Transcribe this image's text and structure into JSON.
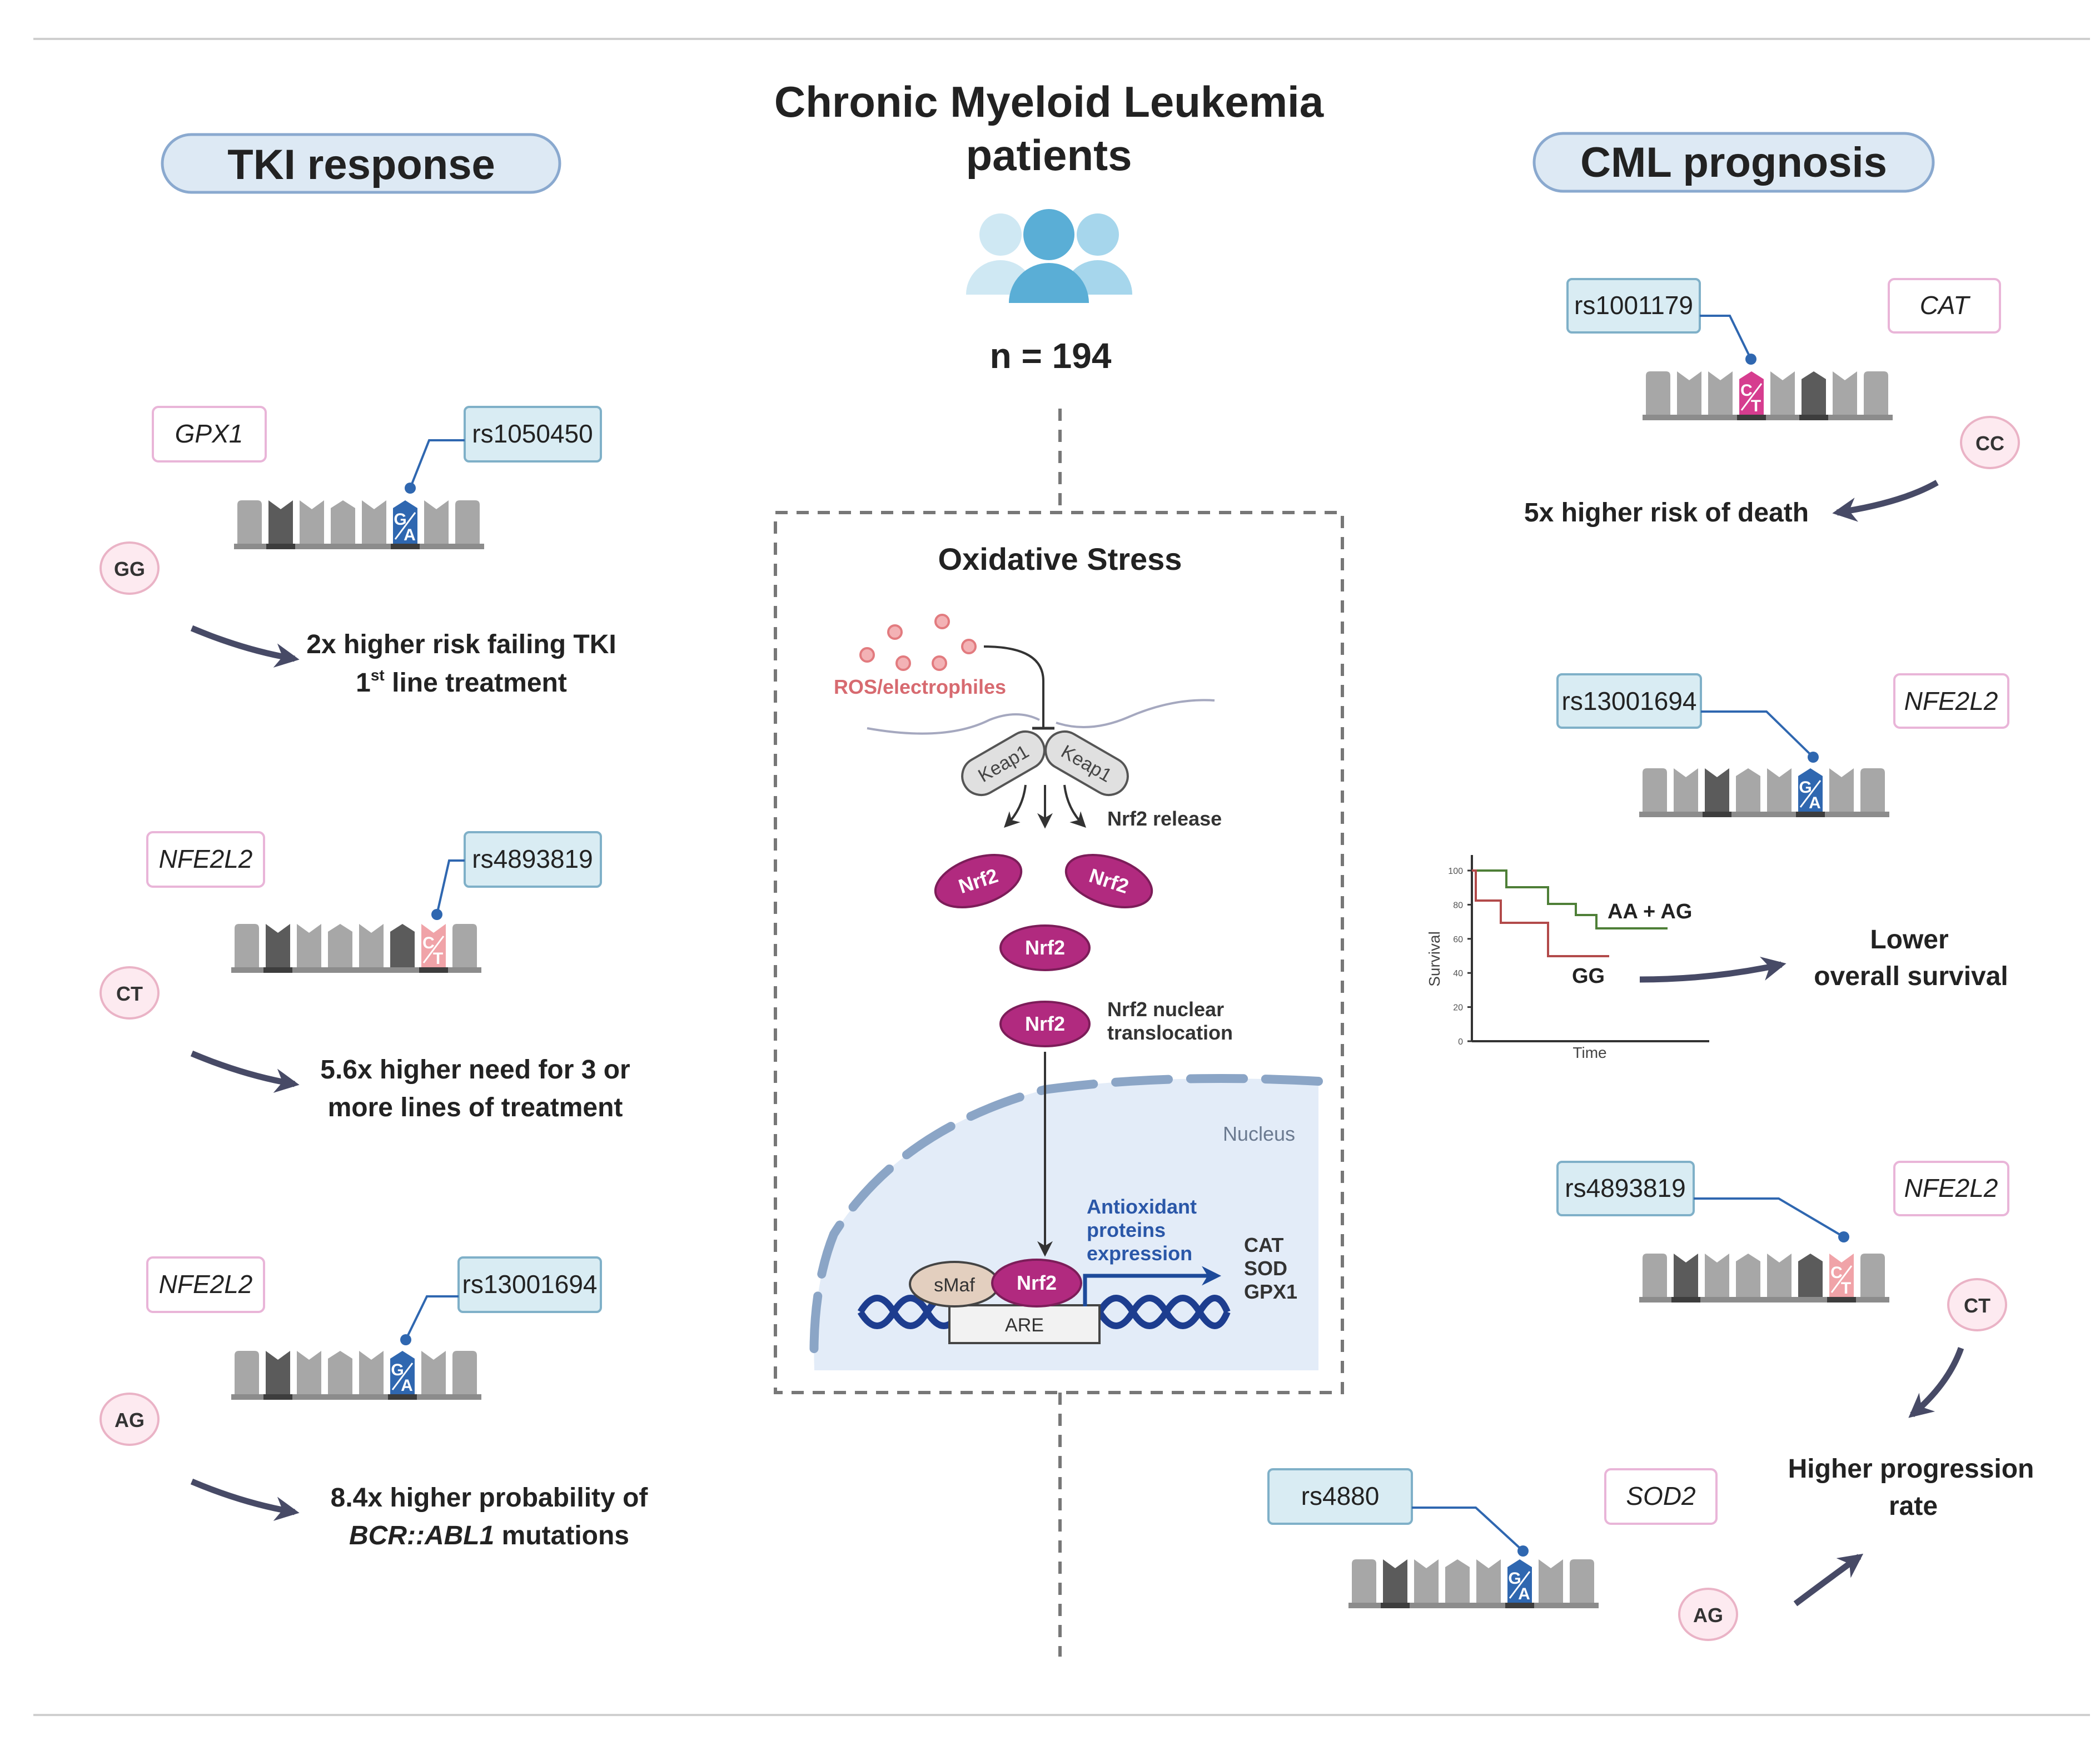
{
  "header": {
    "title_line1": "Chronic Myeloid Leukemia",
    "title_line2": "patients",
    "n_label": "n = 194"
  },
  "left_panel": {
    "title": "TKI response",
    "findings": [
      {
        "gene": "GPX1",
        "snp": "rs1050450",
        "alleles": [
          "G",
          "A"
        ],
        "allele_color": "#2f67b0",
        "genotype": "GG",
        "effect_line1": "2x higher risk failing TKI",
        "effect_line2_pre": "1",
        "effect_line2_sup": "st",
        "effect_line2_post": " line treatment"
      },
      {
        "gene": "NFE2L2",
        "snp": "rs4893819",
        "alleles": [
          "C",
          "T"
        ],
        "allele_color": "#f0a3a8",
        "genotype": "CT",
        "effect_line1": "5.6x higher need for 3 or",
        "effect_line2": "more lines of treatment"
      },
      {
        "gene": "NFE2L2",
        "snp": "rs13001694",
        "alleles": [
          "G",
          "A"
        ],
        "allele_color": "#2f67b0",
        "genotype": "AG",
        "effect_line1": "8.4x higher probability of",
        "effect_line2_italic": "BCR::ABL1",
        "effect_line2_post": " mutations"
      }
    ]
  },
  "right_panel": {
    "title": "CML prognosis",
    "findings": [
      {
        "gene": "CAT",
        "snp": "rs1001179",
        "alleles": [
          "C",
          "T"
        ],
        "allele_color": "#d63d8f",
        "genotype": "CC",
        "effect": "5x higher risk of death"
      },
      {
        "gene": "NFE2L2",
        "snp": "rs13001694",
        "alleles": [
          "G",
          "A"
        ],
        "allele_color": "#2f67b0",
        "effect_line1": "Lower",
        "effect_line2": "overall survival"
      },
      {
        "gene": "NFE2L2",
        "snp": "rs4893819",
        "alleles": [
          "C",
          "T"
        ],
        "allele_color": "#f0a3a8",
        "genotype": "CT"
      },
      {
        "gene": "SOD2",
        "snp": "rs4880",
        "alleles": [
          "G",
          "A"
        ],
        "allele_color": "#2f67b0",
        "genotype": "AG"
      }
    ],
    "progression_line1": "Higher progression",
    "progression_line2": "rate"
  },
  "survival_plot": {
    "ylabel": "Survival",
    "xlabel": "Time",
    "yticks": [
      "100",
      "80",
      "60",
      "40",
      "20",
      "0"
    ],
    "series": [
      {
        "name": "AA + AG",
        "color": "#4e7f37"
      },
      {
        "name": "GG",
        "color": "#b24a4a"
      }
    ]
  },
  "pathway": {
    "title": "Oxidative Stress",
    "ros_label": "ROS/electrophiles",
    "keap1_label": "Keap1",
    "nrf2_label": "Nrf2",
    "release_label": "Nrf2 release",
    "translocation_line1": "Nrf2 nuclear",
    "translocation_line2": "translocation",
    "nucleus_label": "Nucleus",
    "smaf_label": "sMaf",
    "are_label": "ARE",
    "antioxidant_line1": "Antioxidant",
    "antioxidant_line2": "proteins",
    "antioxidant_line3": "expression",
    "targets": [
      "CAT",
      "SOD",
      "GPX1"
    ]
  },
  "colors": {
    "header_box_fill": "#dde9f4",
    "header_box_stroke": "#8aa9cf",
    "snp_box_fill": "#d9ecf3",
    "snp_box_stroke": "#7fb0c8",
    "gene_box_stroke": "#e9b5d8",
    "genotype_fill": "#fdeaf0",
    "genotype_stroke": "#eab3c6",
    "nrf2": "#b12a7f",
    "nucleus": "#e3ecf8",
    "ros": "#e27b7f",
    "text": "#222222"
  }
}
